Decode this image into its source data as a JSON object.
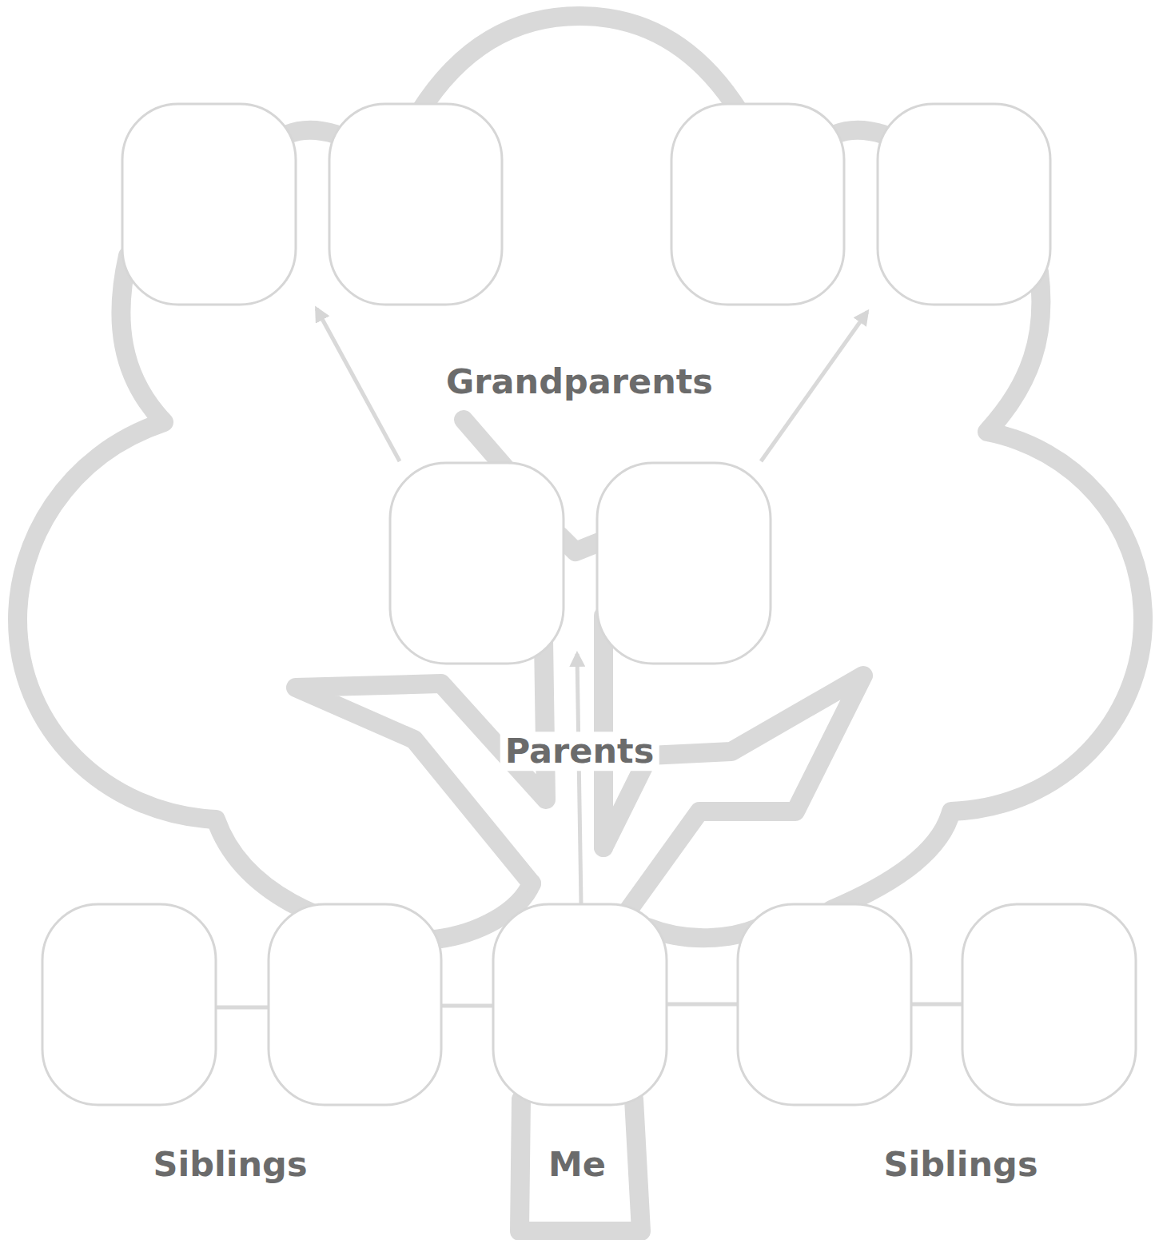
{
  "diagram": {
    "labels": [
      "Grandparents",
      "Parents",
      "Siblings",
      "Me",
      "Siblings"
    ]
  }
}
